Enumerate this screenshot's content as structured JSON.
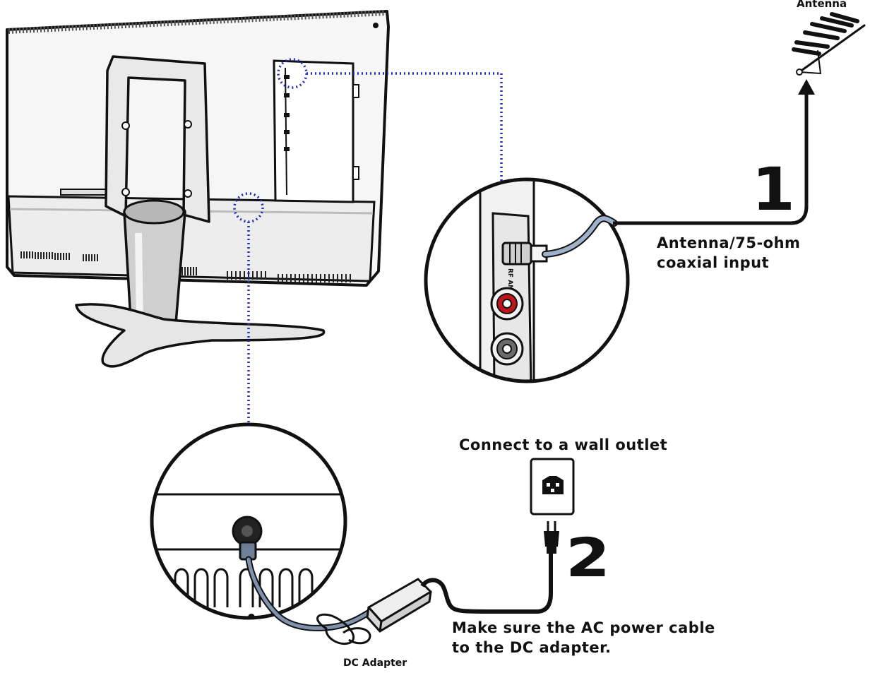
{
  "labels": {
    "antenna": "Antenna",
    "antenna_input_line1": "Antenna/75-ohm",
    "antenna_input_line2": "coaxial input",
    "wall_outlet": "Connect to a wall outlet",
    "ac_note_line1": "Make sure the AC power cable",
    "ac_note_line2": "to the DC adapter.",
    "dc_adapter": "DC Adapter"
  },
  "steps": {
    "one": "1",
    "two": "2"
  },
  "colors": {
    "line": "#111111",
    "guide_dots": "#1f2fb8",
    "coax_cable": "#9fb2cc",
    "rca_red": "#c0141c"
  }
}
